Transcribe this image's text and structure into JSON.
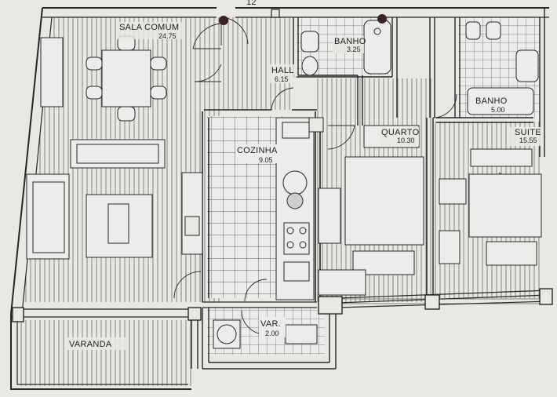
{
  "plan": {
    "top_mark": "12",
    "rooms": [
      {
        "id": "sala",
        "label": "SALA COMUM",
        "area": "24.75"
      },
      {
        "id": "hall",
        "label": "HALL",
        "area": "6.15"
      },
      {
        "id": "banho1",
        "label": "BANHO",
        "area": "3.25"
      },
      {
        "id": "banho2",
        "label": "BANHO",
        "area": "5.00"
      },
      {
        "id": "cozinha",
        "label": "COZINHA",
        "area": "9.05"
      },
      {
        "id": "quarto",
        "label": "QUARTO",
        "area": "10.30"
      },
      {
        "id": "suite",
        "label": "SUITE",
        "area": "15.55"
      },
      {
        "id": "var",
        "label": "VAR.",
        "area": "2.00"
      },
      {
        "id": "varanda",
        "label": "VARANDA",
        "area": ""
      }
    ],
    "colors": {
      "paper": "#e9e8e4",
      "ink": "#262626",
      "hatch": "#6f6f6f",
      "marker": "#3a2326"
    }
  }
}
